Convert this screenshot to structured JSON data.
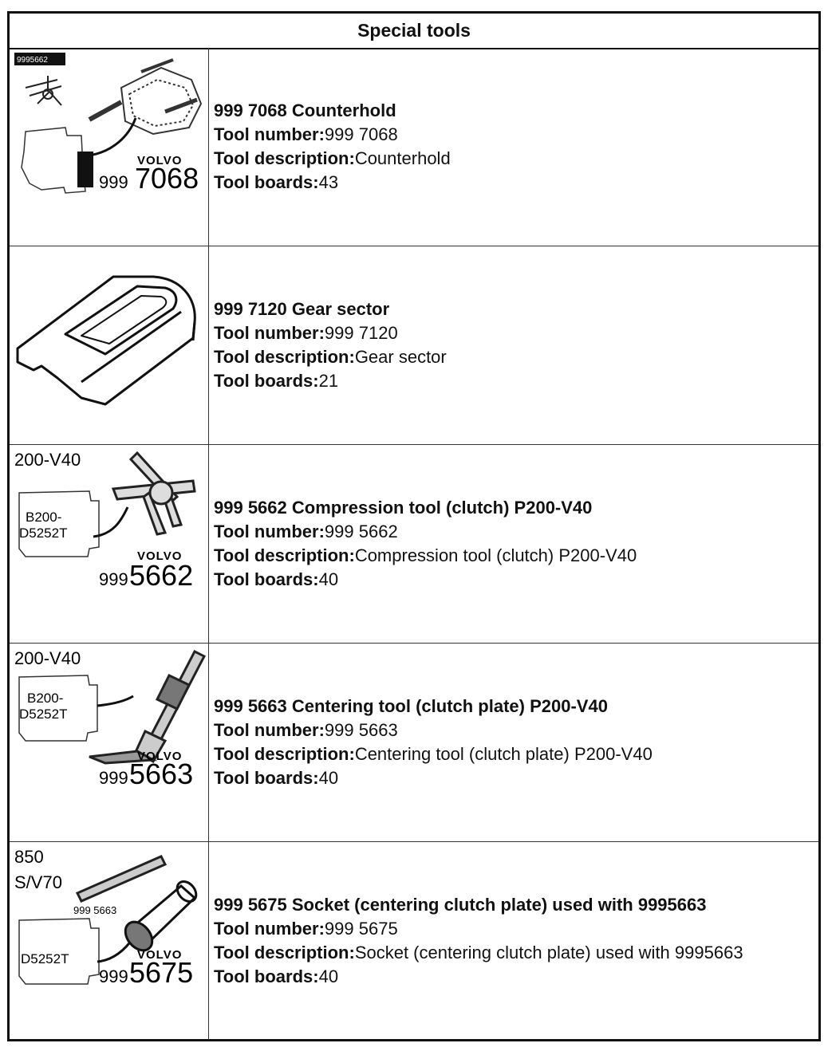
{
  "header": {
    "title": "Special tools"
  },
  "fields": {
    "number_label": "Tool number:",
    "description_label": "Tool description:",
    "boards_label": "Tool boards:"
  },
  "tools": [
    {
      "heading": "999 7068 Counterhold",
      "number": "999 7068",
      "description": "Counterhold",
      "boards": "43",
      "image": {
        "tag": "9995662",
        "brand": "VOLVO",
        "code_small": "999",
        "code_big": "7068"
      }
    },
    {
      "heading": "999 7120 Gear sector",
      "number": "999 7120",
      "description": "Gear sector",
      "boards": "21",
      "image": {}
    },
    {
      "heading": "999 5662 Compression tool (clutch) P200-V40",
      "number": "999 5662",
      "description": "Compression tool (clutch) P200-V40",
      "boards": "40",
      "image": {
        "model": "200-V40",
        "engine_1": "B200-",
        "engine_2": "D5252T",
        "brand": "VOLVO",
        "code_small": "999",
        "code_big": "5662"
      }
    },
    {
      "heading": "999 5663 Centering tool (clutch plate) P200-V40",
      "number": "999 5663",
      "description": "Centering tool (clutch plate) P200-V40",
      "boards": "40",
      "image": {
        "model": "200-V40",
        "engine_1": "B200-",
        "engine_2": "D5252T",
        "brand": "VOLVO",
        "code_small": "999",
        "code_big": "5663"
      }
    },
    {
      "heading": "999 5675 Socket (centering clutch plate) used with 9995663",
      "number": "999 5675",
      "description": "Socket (centering clutch plate) used with 9995663",
      "boards": "40",
      "image": {
        "model_1": "850",
        "model_2": "S/V70",
        "sub_tool": "999 5663",
        "engine": "D5252T",
        "brand": "VOLVO",
        "code_small": "999",
        "code_big": "5675"
      }
    }
  ]
}
